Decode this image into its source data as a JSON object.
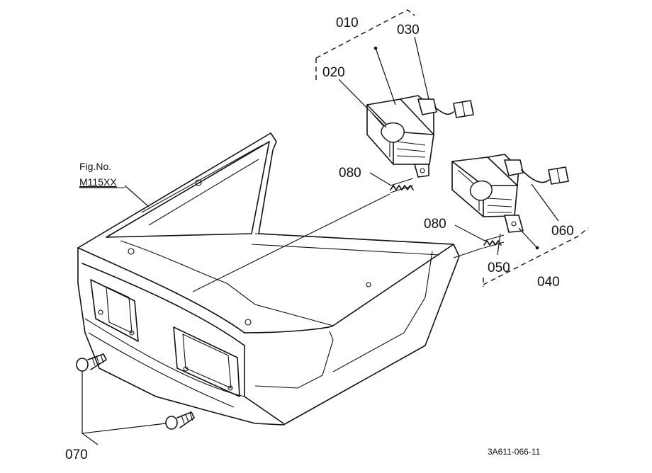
{
  "figure": {
    "fig_no_label": "Fig.No.",
    "fig_no_value": "M115XX",
    "reference_code": "3A611-066-11"
  },
  "parts": {
    "p010": "010",
    "p020": "020",
    "p030": "030",
    "p040": "040",
    "p050": "050",
    "p060": "060",
    "p070": "070",
    "p080_upper": "080",
    "p080_lower": "080"
  }
}
